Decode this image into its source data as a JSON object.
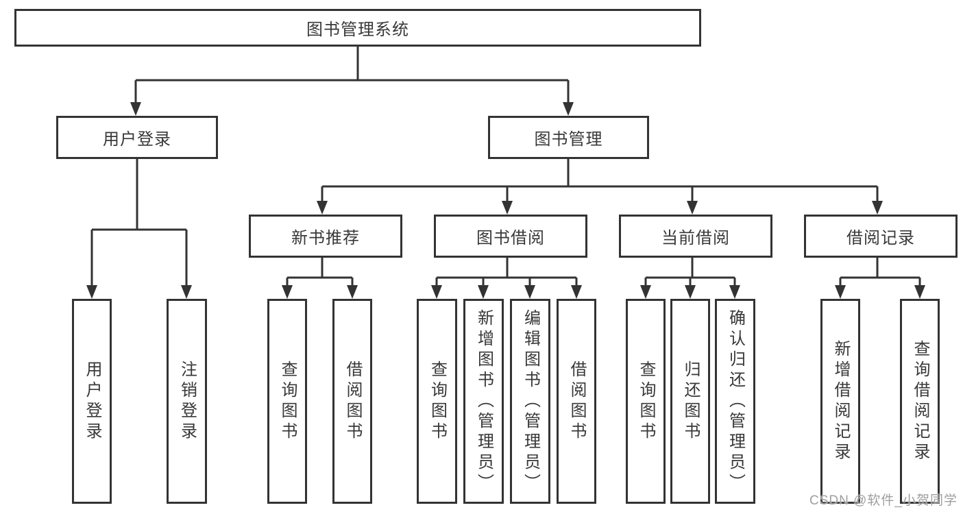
{
  "diagram": {
    "title": "图书管理系统",
    "root": {
      "label": "图书管理系统"
    },
    "level2": [
      {
        "label": "用户登录"
      },
      {
        "label": "图书管理"
      }
    ],
    "level3": [
      {
        "label": "新书推荐"
      },
      {
        "label": "图书借阅"
      },
      {
        "label": "当前借阅"
      },
      {
        "label": "借阅记录"
      }
    ],
    "leaves": [
      {
        "label": "用户登录"
      },
      {
        "label": "注销登录"
      },
      {
        "label": "查询图书"
      },
      {
        "label": "借阅图书"
      },
      {
        "label": "查询图书"
      },
      {
        "label": "新增图书（管理员）"
      },
      {
        "label": "编辑图书（管理员）"
      },
      {
        "label": "借阅图书"
      },
      {
        "label": "查询图书"
      },
      {
        "label": "归还图书"
      },
      {
        "label": "确认归还（管理员）"
      },
      {
        "label": "新增借阅记录"
      },
      {
        "label": "查询借阅记录"
      }
    ],
    "colors": {
      "line": "#333333",
      "box_border": "#333333",
      "text": "#383838",
      "watermark": "#9e9e9e",
      "background": "#ffffff"
    }
  },
  "watermark": {
    "text": "CSDN @软件_小贺同学"
  }
}
